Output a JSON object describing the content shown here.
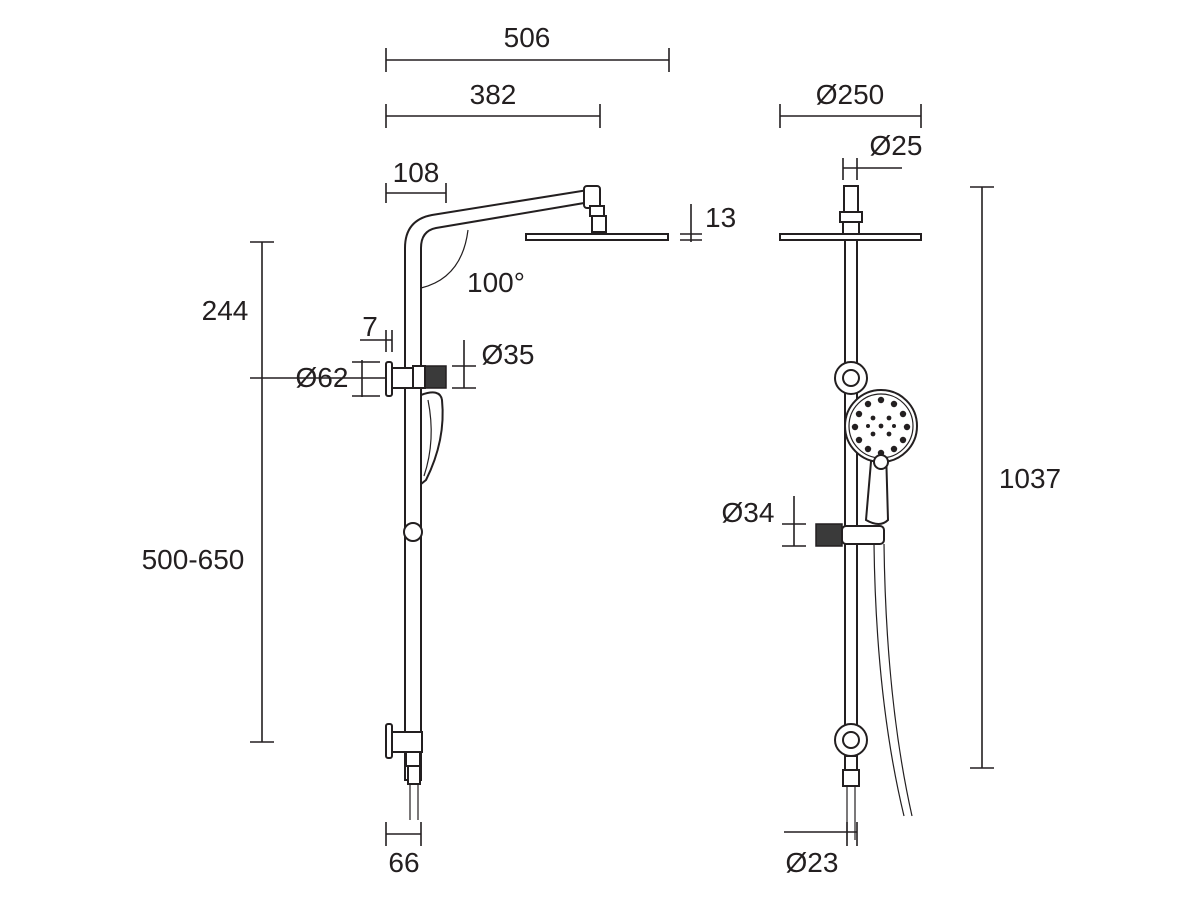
{
  "dimensions": {
    "d506": "506",
    "d382": "382",
    "d108": "108",
    "d13": "13",
    "d100deg": "100°",
    "d244": "244",
    "d7": "7",
    "d35": "Ø35",
    "d62": "Ø62",
    "d500_650": "500-650",
    "d66": "66",
    "d250": "Ø250",
    "d25": "Ø25",
    "d1037": "1037",
    "d34": "Ø34",
    "d23": "Ø23"
  },
  "colors": {
    "line": "#231f20",
    "hatch": "#3a3a3a",
    "background": "#ffffff"
  }
}
